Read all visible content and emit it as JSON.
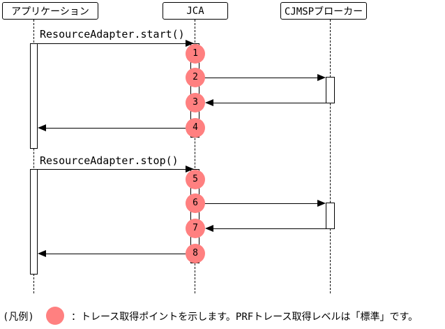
{
  "diagram": {
    "actors": [
      {
        "label": "アプリケーション"
      },
      {
        "label": "JCA"
      },
      {
        "label": "CJMSPブローカー"
      }
    ],
    "messages": [
      {
        "label": "ResourceAdapter.start()"
      },
      {
        "label": "ResourceAdapter.stop()"
      }
    ],
    "trace_points": [
      "1",
      "2",
      "3",
      "4",
      "5",
      "6",
      "7",
      "8"
    ],
    "colors": {
      "trace_point": "#FF8080",
      "line": "#000000",
      "background": "#FFFFFF"
    }
  },
  "legend": {
    "prefix": "(凡例)",
    "text": "：トレース取得ポイントを示します。PRFトレース取得レベルは「標準」です。"
  }
}
